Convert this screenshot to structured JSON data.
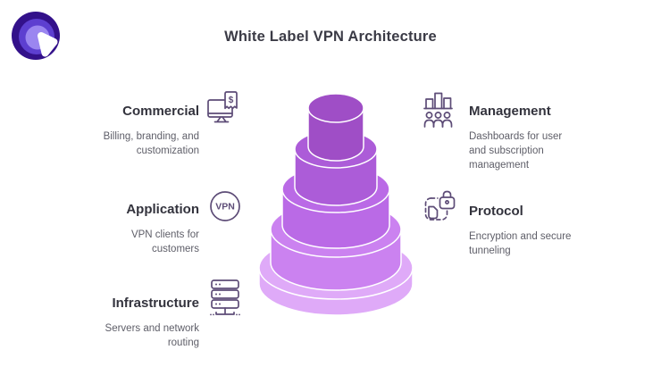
{
  "colors": {
    "background": "#ffffff",
    "title_text": "#3b3b46",
    "label_text": "#33333d",
    "description_text": "#5e5e68",
    "icon_stroke": "#5d4c77",
    "cake_outline": "#ffffff",
    "logo_outer": "#33118a",
    "logo_mid": "#5d3fd0",
    "logo_inner": "#9b86f0",
    "logo_blob": "#ffffff"
  },
  "header": {
    "title": "White Label VPN Architecture",
    "logo_icon": "brand-logo"
  },
  "pyramid": {
    "type": "stacked-cylinders",
    "layer_count": 5,
    "layer_colors_top_to_bottom": [
      "#9f4ec6",
      "#ac5cd8",
      "#ba6ae6",
      "#cb82f0",
      "#dfaaf8"
    ]
  },
  "items_left": [
    {
      "label": "Commercial",
      "description": "Billing, branding, and\ncustomization",
      "icon": "monitor-invoice-icon",
      "icon_text": "$"
    },
    {
      "label": "Application",
      "description": "VPN clients for\ncustomers",
      "icon": "vpn-badge-icon",
      "icon_text": "VPN"
    },
    {
      "label": "Infrastructure",
      "description": "Servers and network\nrouting",
      "icon": "server-stack-icon"
    }
  ],
  "items_right": [
    {
      "label": "Management",
      "description": "Dashboards for user\nand subscription\nmanagement",
      "icon": "bar-chart-users-icon"
    },
    {
      "label": "Protocol",
      "description": "Encryption and secure\ntunneling",
      "icon": "padlock-dashed-icon"
    }
  ]
}
